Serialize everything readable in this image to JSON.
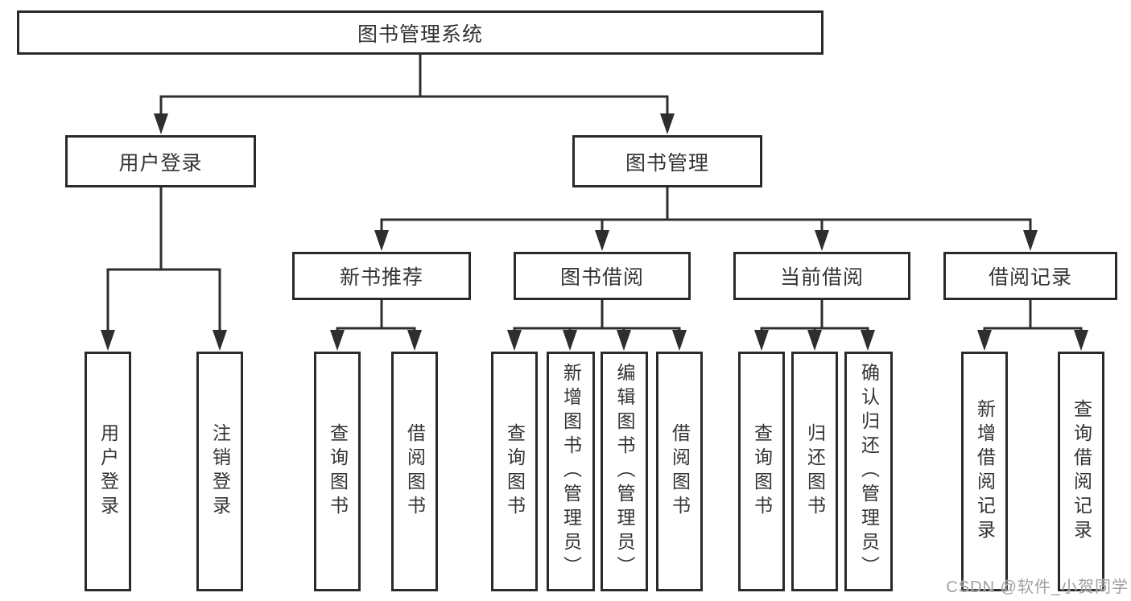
{
  "diagram": {
    "root": {
      "label": "图书管理系统"
    },
    "level1": [
      {
        "id": "user-login",
        "label": "用户登录"
      },
      {
        "id": "book-management",
        "label": "图书管理"
      }
    ],
    "level2": [
      {
        "id": "new-book-recommend",
        "label": "新书推荐"
      },
      {
        "id": "book-borrow",
        "label": "图书借阅"
      },
      {
        "id": "current-borrow",
        "label": "当前借阅"
      },
      {
        "id": "borrow-records",
        "label": "借阅记录"
      }
    ],
    "leaves": {
      "user_login": [
        {
          "label": "用户登录"
        },
        {
          "label": "注销登录"
        }
      ],
      "new_book": [
        {
          "label": "查询图书"
        },
        {
          "label": "借阅图书"
        }
      ],
      "book_borrow": [
        {
          "label": "查询图书"
        },
        {
          "label": "新增图书（管理员）"
        },
        {
          "label": "编辑图书（管理员）"
        },
        {
          "label": "借阅图书"
        }
      ],
      "current_borrow": [
        {
          "label": "查询图书"
        },
        {
          "label": "归还图书"
        },
        {
          "label": "确认归还（管理员）"
        }
      ],
      "borrow_records": [
        {
          "label": "新增借阅记录"
        },
        {
          "label": "查询借阅记录"
        }
      ]
    },
    "watermark": "CSDN @软件_小贺同学",
    "colors": {
      "line": "#2e2e2e",
      "box_border": "#2a2a2a",
      "text": "#333333",
      "watermark": "#a0a0a0",
      "background": "#ffffff"
    }
  }
}
